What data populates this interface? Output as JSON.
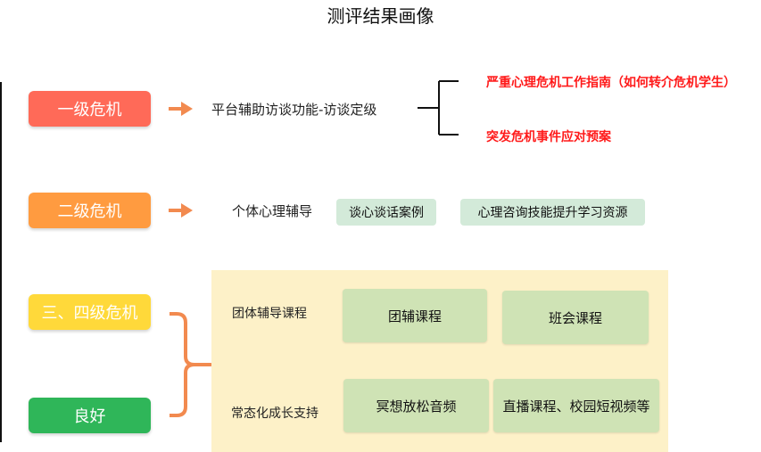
{
  "title": "测评结果画像",
  "levels": [
    {
      "label": "一级危机",
      "color": "#ff6a58"
    },
    {
      "label": "二级危机",
      "color": "#ff9b40"
    },
    {
      "label": "三、四级危机",
      "color": "#ffd93a"
    },
    {
      "label": "良好",
      "color": "#2fb659"
    }
  ],
  "level1": {
    "action": "平台辅助访谈功能-访谈定级",
    "outcomes": [
      "严重心理危机工作指南（如何转介危机学生）",
      "突发危机事件应对预案"
    ]
  },
  "level2": {
    "action": "个体心理辅导",
    "resources": [
      "谈心谈话案例",
      "心理咨询技能提升学习资源"
    ]
  },
  "level34": {
    "rows": [
      {
        "label": "团体辅导课程",
        "items": [
          "团辅课程",
          "班会课程"
        ]
      },
      {
        "label": "常态化成长支持",
        "items": [
          "冥想放松音频",
          "直播课程、校园短视频等"
        ]
      }
    ]
  },
  "colors": {
    "arrow": "#f28a4f",
    "bracket": "#f28a4f",
    "outcome_text": "#ff1a1a",
    "panel": "#fdf1c8"
  }
}
